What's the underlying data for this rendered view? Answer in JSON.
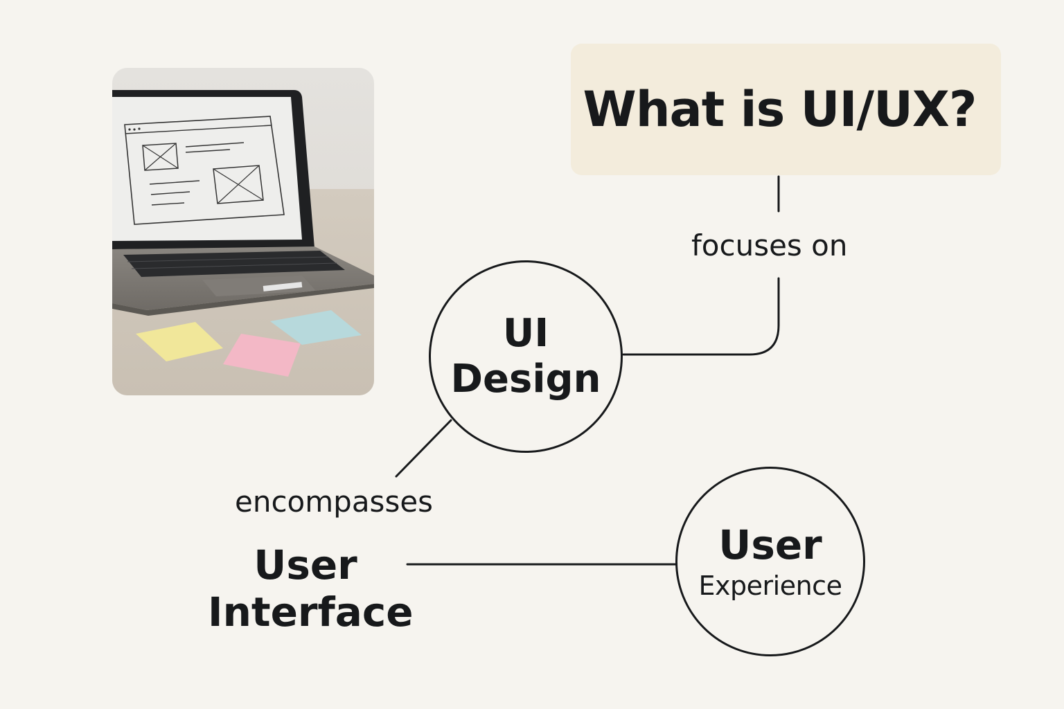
{
  "title": "What is UI/UX?",
  "edges": {
    "focuses": "focuses on",
    "encompasses": "encompasses"
  },
  "nodes": {
    "ui_design": {
      "line1": "UI",
      "line2": "Design"
    },
    "user_interface": {
      "line1": "User",
      "line2": "Interface"
    },
    "user_experience": {
      "line1": "User",
      "line2": "Experience"
    }
  },
  "photo": {
    "subject": "laptop-wireframe-with-sticky-notes",
    "sticky_colors": [
      "#f1e79a",
      "#f3b8c6",
      "#b7d9dc"
    ]
  },
  "colors": {
    "background": "#f6f4ef",
    "title_box": "#f3ecdc",
    "ink": "#17191b"
  }
}
